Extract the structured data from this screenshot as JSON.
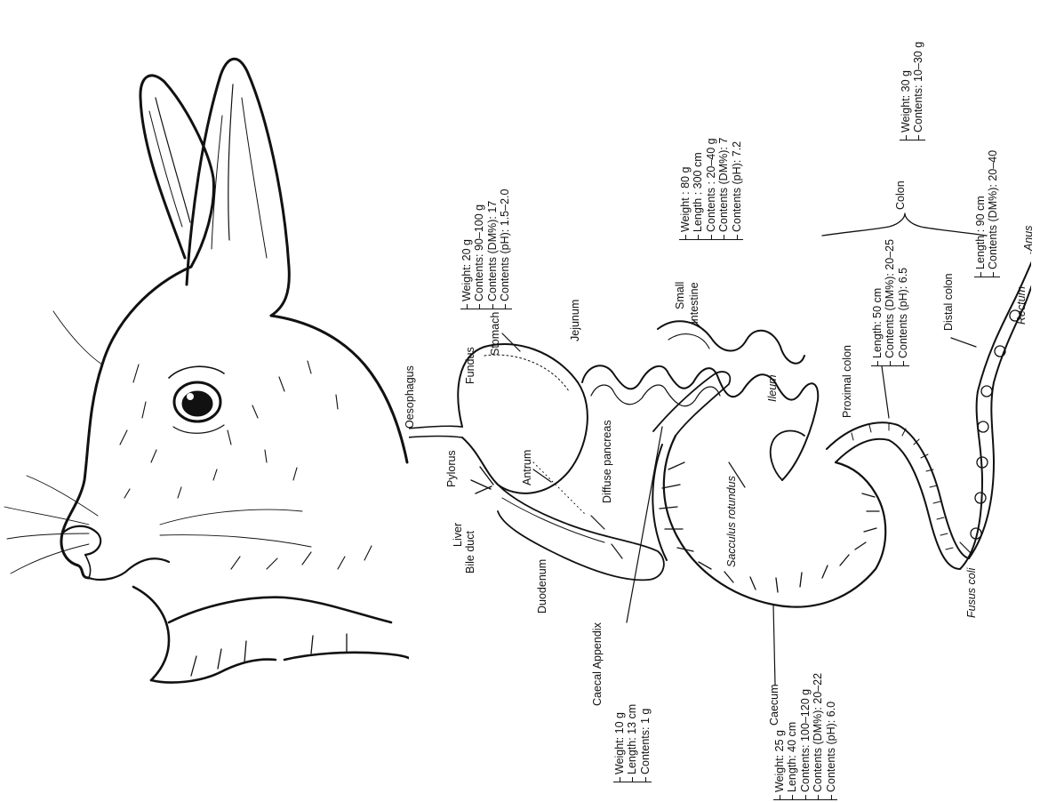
{
  "labels": {
    "oesophagus": "Oesophagus",
    "fundus": "Fundus",
    "stomach": "Stomach",
    "pylorus": "Pylorus",
    "antrum": "Antrum",
    "liver": "Liver",
    "bile_duct": "Bile duct",
    "duodenum": "Duodenum",
    "jejunum": "Jejunum",
    "diffuse_pancreas": "Diffuse pancreas",
    "small_intestine_1": "Small",
    "small_intestine_2": "intestine",
    "ileum": "Ileum",
    "sacculus_rotundus": "Sacculus rotundus",
    "proximal_colon": "Proximal colon",
    "colon": "Colon",
    "distal_colon": "Distal colon",
    "rectum": "Rectum",
    "anus": "Anus",
    "fusus_coli": "Fusus coli",
    "caecum": "Caecum",
    "caecal_appendix": "Caecal Appendix"
  },
  "stats": {
    "stomach": [
      "Weight: 20 g",
      "Contents: 90–100 g",
      "Contents (DM%): 17",
      "Contents (pH): 1.5–2.0"
    ],
    "small_intestine": [
      "Weight : 80 g",
      "Length : 300 cm",
      "Contents : 20–40 g",
      "Contents (DM%): 7",
      "Contents (pH): 7.2"
    ],
    "colon": [
      "Weight: 30 g",
      "Contents: 10–30 g"
    ],
    "proximal_colon": [
      "Length: 50 cm",
      "Contents (DM%): 20–25",
      "Contents (pH): 6.5"
    ],
    "distal_colon": [
      "Length : 90 cm",
      "Contents (DM%): 20–40"
    ],
    "caecal_appendix": [
      "Weight: 10 g",
      "Length: 13 cm",
      "Contents: 1 g"
    ],
    "caecum": [
      "Weight: 25 g",
      "Length: 40 cm",
      "Contents: 100–120 g",
      "Contents (DM%): 20–22",
      "Contents (pH): 6.0"
    ]
  }
}
